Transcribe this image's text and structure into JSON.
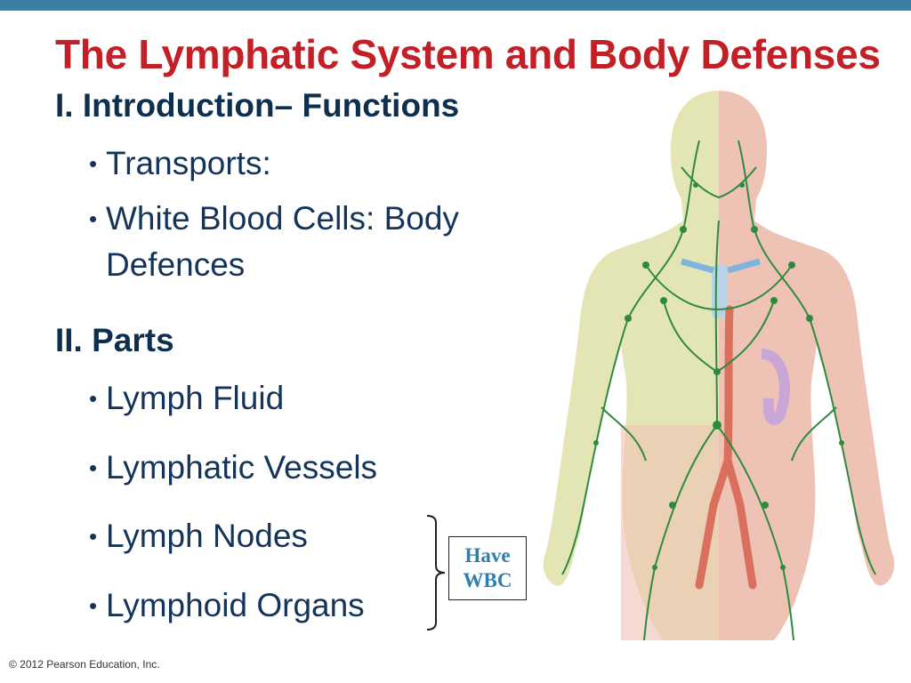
{
  "slide": {
    "title": "The Lymphatic System and Body Defenses",
    "section1": {
      "heading": "I.  Introduction– Functions",
      "bullets": [
        "Transports:",
        "White Blood Cells: Body Defences"
      ]
    },
    "section2": {
      "heading": "II. Parts",
      "bullets": [
        "Lymph Fluid",
        "Lymphatic Vessels",
        "Lymph Nodes",
        "Lymphoid Organs"
      ]
    },
    "callout": {
      "line1": "Have",
      "line2": "WBC"
    },
    "bullet_glyph": "•",
    "copyright": "© 2012 Pearson Education, Inc.",
    "colors": {
      "accent_bar": "#3d7ea6",
      "title": "#c21f26",
      "text": "#14345a",
      "callout_text": "#2b7fb1",
      "lymph_vessels": "#2e8b3d"
    },
    "figure": {
      "icon": "lymphatic-system-anatomy-illustration"
    }
  }
}
